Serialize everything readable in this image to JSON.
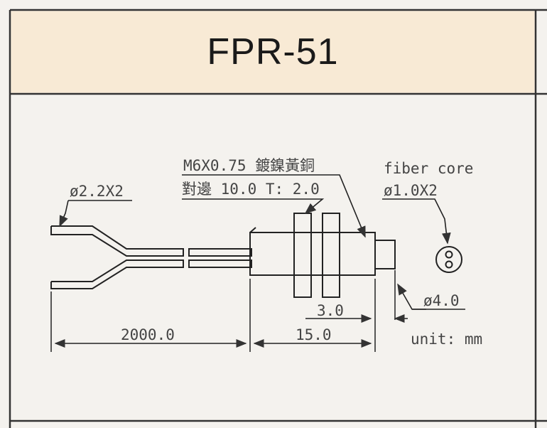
{
  "title": "FPR-51",
  "labels": {
    "cable_dia": "ø2.2X2",
    "thread": "M6X0.75 鍍鎳黃銅",
    "across_flats": "對邊 10.0  T: 2.0",
    "fiber_core_title": "fiber core",
    "fiber_core_dia": "ø1.0X2",
    "tip_dia": "ø4.0",
    "tip_len": "3.0",
    "cable_len": "2000.0",
    "body_len": "15.0",
    "unit": "unit: mm"
  },
  "colors": {
    "title_band": "#f8ead5",
    "line": "#222222",
    "background": "#f4f2ee"
  }
}
